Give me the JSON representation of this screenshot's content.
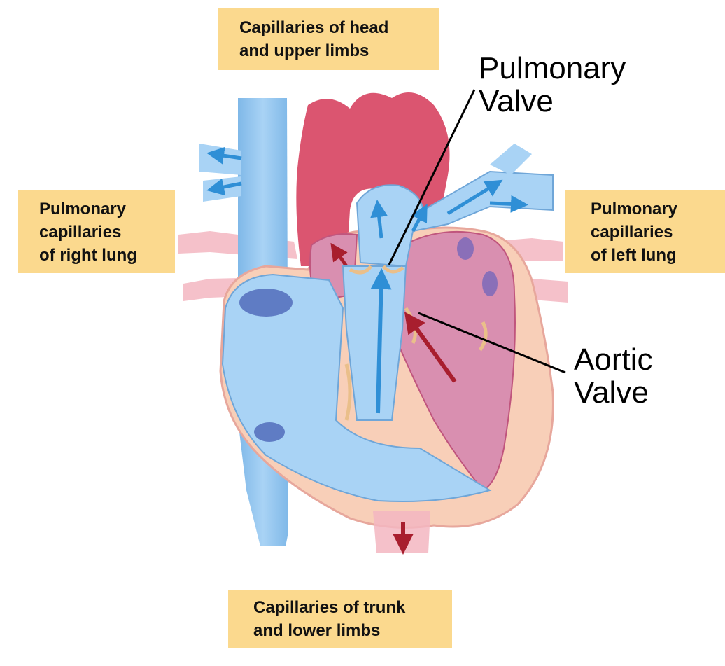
{
  "boxes": {
    "head_upper_limbs": [
      "Capillaries of head",
      "and upper limbs"
    ],
    "right_lung": [
      "Pulmonary",
      "capillaries",
      "of right lung"
    ],
    "left_lung": [
      "Pulmonary",
      "capillaries",
      "of left lung"
    ],
    "trunk_lower_limbs": [
      "Capillaries of trunk",
      "and lower limbs"
    ]
  },
  "callouts": {
    "pulmonary_valve": [
      "Pulmonary",
      "Valve"
    ],
    "aortic_valve": [
      "Aortic",
      "Valve"
    ]
  },
  "colors": {
    "label_box": "#fbd98e",
    "deoxygenated_blue": "#8fc4ee",
    "oxygenated_red": "#d9566e",
    "heart_wall": "#f8cfb8",
    "flow_arrow_blue": "#2f8fd6",
    "flow_arrow_red": "#a81e2e"
  }
}
